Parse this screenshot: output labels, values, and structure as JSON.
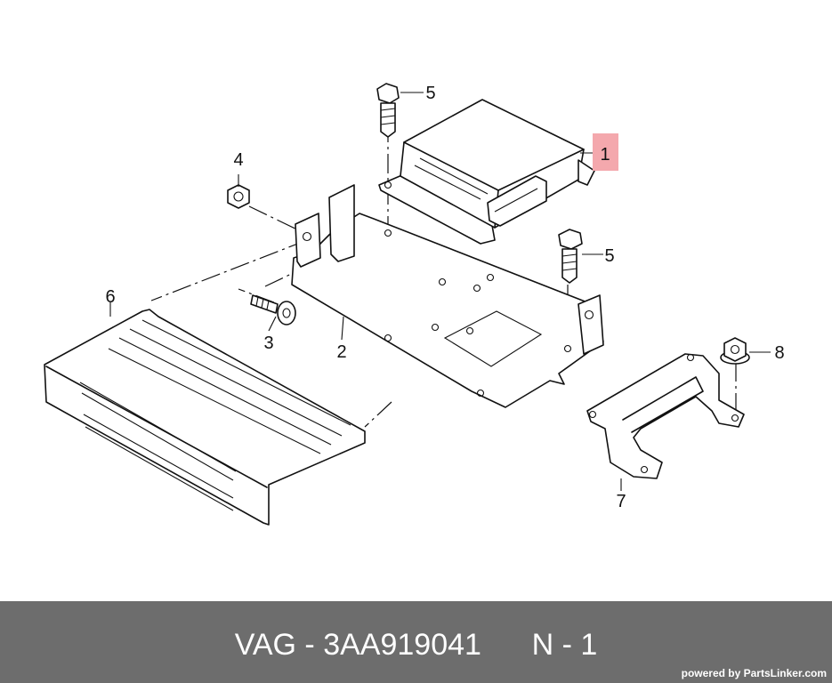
{
  "callouts": {
    "c1": "1",
    "c2": "2",
    "c3": "3",
    "c4": "4",
    "c5a": "5",
    "c5b": "5",
    "c6": "6",
    "c7": "7",
    "c8": "8"
  },
  "highlight_color": "#f4a8ad",
  "footer": {
    "part_text": "VAG - 3AA919041      N - 1",
    "credit": "powered by PartsLinker.com"
  }
}
